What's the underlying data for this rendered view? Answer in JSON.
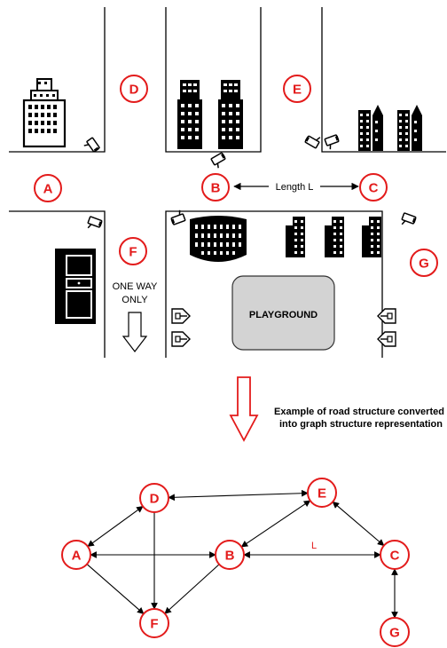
{
  "intersections": {
    "A": "A",
    "B": "B",
    "C": "C",
    "D": "D",
    "E": "E",
    "F": "F",
    "G": "G"
  },
  "map": {
    "length_label": "Length L",
    "one_way_line1": "ONE WAY",
    "one_way_line2": "ONLY",
    "playground_label": "PLAYGROUND"
  },
  "caption": {
    "line1": "Example of road structure converted",
    "line2": "into graph structure representation"
  },
  "graph": {
    "nodes": [
      "D",
      "E",
      "A",
      "B",
      "C",
      "F",
      "G"
    ],
    "edges": [
      {
        "from": "D",
        "to": "E",
        "direction": "both"
      },
      {
        "from": "D",
        "to": "A",
        "direction": "both"
      },
      {
        "from": "D",
        "to": "F",
        "direction": "forward"
      },
      {
        "from": "A",
        "to": "B",
        "direction": "both"
      },
      {
        "from": "A",
        "to": "F",
        "direction": "forward"
      },
      {
        "from": "B",
        "to": "E",
        "direction": "both"
      },
      {
        "from": "B",
        "to": "C",
        "direction": "both"
      },
      {
        "from": "B",
        "to": "F",
        "direction": "forward"
      },
      {
        "from": "E",
        "to": "C",
        "direction": "both"
      },
      {
        "from": "C",
        "to": "G",
        "direction": "both"
      }
    ],
    "edge_label": "L"
  },
  "colors": {
    "node": "#e31b1b",
    "arrow_outline": "#e31b1b",
    "playground": "#d3d3d3"
  },
  "icons": [
    "office-building-icon",
    "skyscraper-icon",
    "cctv-camera-icon",
    "house-icon",
    "down-arrow-icon"
  ]
}
